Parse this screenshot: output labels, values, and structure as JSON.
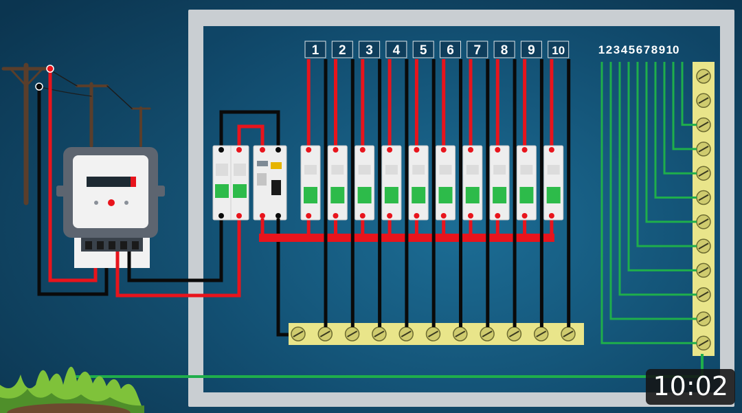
{
  "video": {
    "duration": "10:02"
  },
  "diagram": {
    "circuit_labels": [
      "1",
      "2",
      "3",
      "4",
      "5",
      "6",
      "7",
      "8",
      "9",
      "10"
    ],
    "earth_labels": [
      "1",
      "2",
      "3",
      "4",
      "5",
      "6",
      "7",
      "8",
      "9",
      "10"
    ],
    "colors": {
      "live": "#e8141c",
      "neutral": "#0a0a0a",
      "earth": "#1fae4b",
      "bus_bar": "#e9e58a",
      "board_frame": "#c9ced2",
      "board_inner": "#134d6f",
      "breaker_toggle": "#2dbb4a"
    }
  }
}
